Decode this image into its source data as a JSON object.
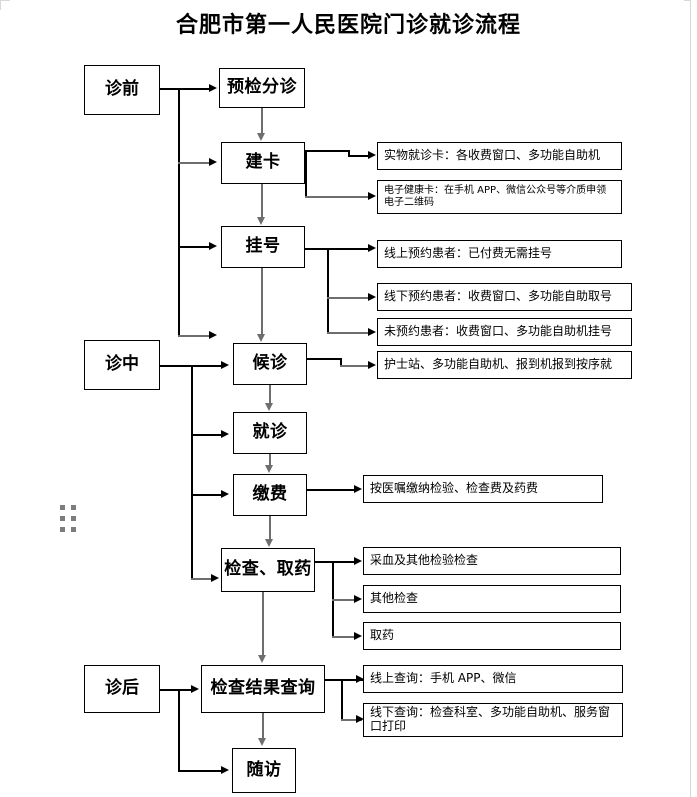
{
  "document": {
    "title": "合肥市第一人民医院门诊就诊流程"
  },
  "stages": [
    {
      "id": "pre",
      "label": "诊前"
    },
    {
      "id": "mid",
      "label": "诊中"
    },
    {
      "id": "post",
      "label": "诊后"
    }
  ],
  "steps": [
    {
      "id": "triage",
      "label": "预检分诊"
    },
    {
      "id": "make-card",
      "label": "建卡"
    },
    {
      "id": "register",
      "label": "挂号"
    },
    {
      "id": "wait",
      "label": "候诊"
    },
    {
      "id": "consult",
      "label": "就诊"
    },
    {
      "id": "payment",
      "label": "缴费"
    },
    {
      "id": "exam-drug",
      "label": "检查、取药"
    },
    {
      "id": "results",
      "label": "检查结果查询"
    },
    {
      "id": "followup",
      "label": "随访"
    }
  ],
  "details": {
    "make_card": [
      {
        "id": "physical-card",
        "text": "实物就诊卡：各收费窗口、多功能自助机"
      },
      {
        "id": "ehealth-card",
        "text": "电子健康卡：在手机 APP、微信公众号等介质申领电子二维码"
      }
    ],
    "register": [
      {
        "id": "online-booked",
        "text": "线上预约患者：已付费无需挂号"
      },
      {
        "id": "offline-booked",
        "text": "线下预约患者：收费窗口、多功能自助取号"
      },
      {
        "id": "not-booked",
        "text": "未预约患者：收费窗口、多功能自助机挂号"
      }
    ],
    "wait": [
      {
        "id": "wait-checkin",
        "text": "护士站、多功能自助机、报到机报到按序就"
      }
    ],
    "payment": [
      {
        "id": "pay-items",
        "text": "按医嘱缴纳检验、检查费及药费"
      }
    ],
    "exam_drug": [
      {
        "id": "blood-draw",
        "text": "采血及其他检验检查"
      },
      {
        "id": "other-exam",
        "text": "其他检查"
      },
      {
        "id": "pick-up-drug",
        "text": "取药"
      }
    ],
    "results": [
      {
        "id": "online-query",
        "text": "线上查询：手机 APP、微信"
      },
      {
        "id": "offline-query",
        "text": "线下查询：检查科室、多功能自助机、服务窗口打印"
      }
    ]
  },
  "widgets": {
    "drag_handle": "drag-handle-dots"
  },
  "colors": {
    "line": "#000000",
    "line_gray": "#6e6e6e",
    "page_edge": "#d8d8d6",
    "background": "#ffffff",
    "text": "#000000"
  }
}
